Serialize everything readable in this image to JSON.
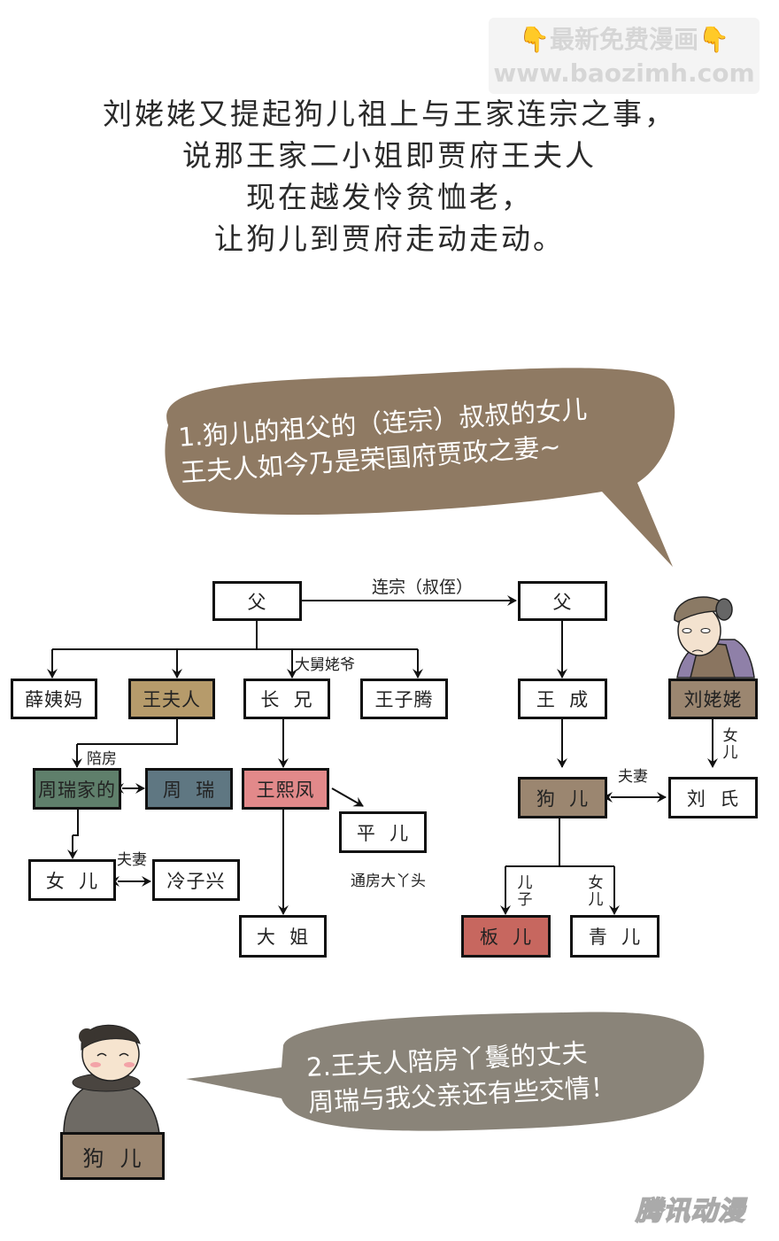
{
  "watermark": {
    "line1": "最新免费漫画",
    "line2": "www.baozimh.com",
    "hand_icon": "pointing-down-hand"
  },
  "intro": {
    "lines": [
      "刘姥姥又提起狗儿祖上与王家连宗之事，",
      "说那王家二小姐即贾府王夫人",
      "现在越发怜贫恤老，",
      "让狗儿到贾府走动走动。"
    ]
  },
  "bubble1": {
    "line1": "1.狗儿的祖父的（连宗）叔叔的女儿",
    "line2": "王夫人如今乃是荣国府贾政之妻~",
    "color": "#8f7a63"
  },
  "bubble2": {
    "line1": "2.王夫人陪房丫鬟的丈夫",
    "line2": "周瑞与我父亲还有些交情！",
    "color": "#8a8479"
  },
  "tree": {
    "nodes": {
      "father_left": {
        "label": "父",
        "color": "#ffffff"
      },
      "father_right": {
        "label": "父",
        "color": "#ffffff"
      },
      "xue": {
        "label": "薛姨妈",
        "color": "#ffffff"
      },
      "wang_furen": {
        "label": "王夫人",
        "color": "#b69b6b"
      },
      "zhang_xiong": {
        "label": "长  兄",
        "color": "#ffffff"
      },
      "wang_ziteng": {
        "label": "王子腾",
        "color": "#ffffff"
      },
      "wang_cheng": {
        "label": "王  成",
        "color": "#ffffff"
      },
      "liu_laolao": {
        "label": "刘姥姥",
        "color": "#9b8670"
      },
      "zhourui_wife": {
        "label": "周瑞家的",
        "color": "#5f7f6b"
      },
      "zhourui": {
        "label": "周  瑞",
        "color": "#5f7782"
      },
      "wang_xifeng": {
        "label": "王熙凤",
        "color": "#e2898a"
      },
      "ping_er": {
        "label": "平  儿",
        "color": "#ffffff"
      },
      "gou_er": {
        "label": "狗  儿",
        "color": "#9b8670"
      },
      "liu_shi": {
        "label": "刘  氏",
        "color": "#ffffff"
      },
      "daughter": {
        "label": "女  儿",
        "color": "#ffffff"
      },
      "leng_zixing": {
        "label": "冷子兴",
        "color": "#ffffff"
      },
      "da_jie": {
        "label": "大  姐",
        "color": "#ffffff"
      },
      "ban_er": {
        "label": "板  儿",
        "color": "#c7675f"
      },
      "qing_er": {
        "label": "青  儿",
        "color": "#ffffff"
      }
    },
    "labels": {
      "lianzong": "连宗（叔侄）",
      "dajiu": "大舅姥爷",
      "peifang": "陪房",
      "fuqi_left": "夫妻",
      "fuqi_right": "夫妻",
      "tongfang": "通房大丫头",
      "nver_liu": "女儿",
      "erzi": "儿子",
      "nver_gou": "女儿"
    }
  },
  "caption_goer": {
    "label": "狗  儿",
    "color": "#9b8670"
  },
  "logo": {
    "text": "腾讯动漫"
  }
}
